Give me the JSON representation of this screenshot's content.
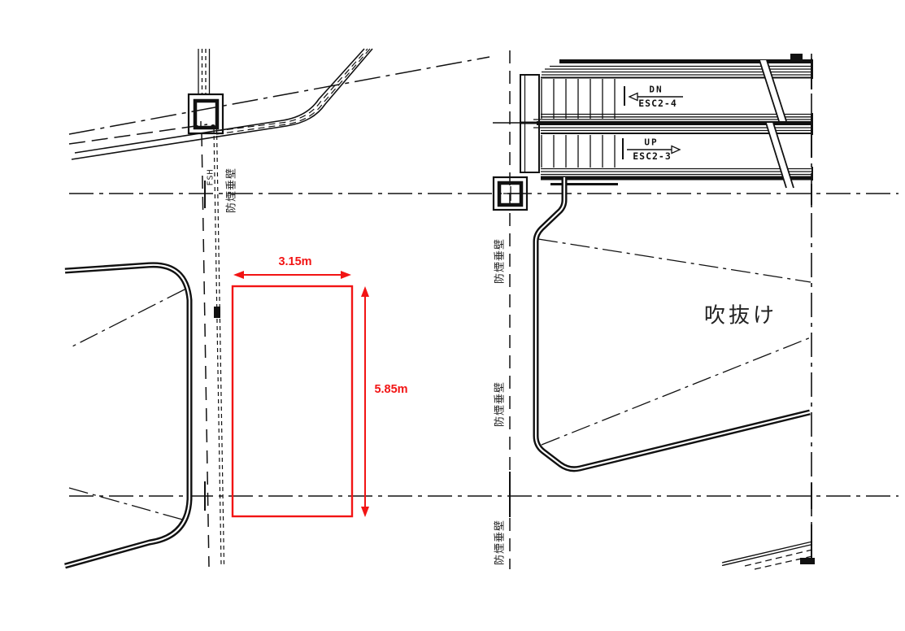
{
  "labels": {
    "escalator_down": {
      "direction": "DN",
      "name": "ESC2-4"
    },
    "escalator_up": {
      "direction": "UP",
      "name": "ESC2-3"
    },
    "atrium": "吹抜け",
    "smoke_barrier": "防煙垂壁",
    "shaft_marker": "FSH"
  },
  "dimensions": {
    "width": "3.15m",
    "height": "5.85m"
  },
  "colors": {
    "line": "#111111",
    "dimension_red": "#f21414",
    "background": "#ffffff"
  }
}
